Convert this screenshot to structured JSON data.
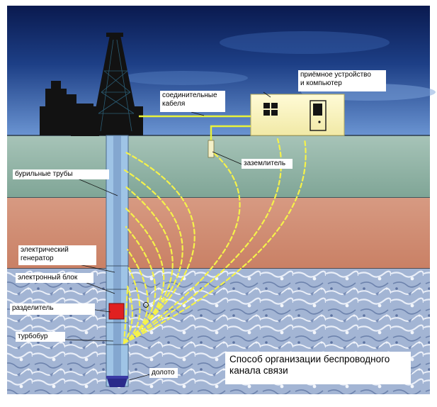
{
  "labels": {
    "receiver": "приёмное устройство\nи компьютер",
    "cables": "соединительные\nкабеля",
    "ground": "заземлитель",
    "drill_pipes": "бурильные трубы",
    "generator": "электрический\nгенератор",
    "electronic_block": "электронный блок",
    "separator": "разделитель",
    "turbodrill": "турбобур",
    "bit": "долото"
  },
  "caption": "Способ организации беспроводного\nканала связи",
  "colors": {
    "sky_top": "#0a1a4f",
    "sky_bottom": "#5a86c8",
    "layer_1": "#8fb3a6",
    "layer_2": "#d08c74",
    "rock": "#9aaed0",
    "pipe": "#9fc4e6",
    "field_lines": "#f5f24a",
    "cable": "#e8f23a",
    "separator": "#e02020",
    "cabin": "#fbf6c0"
  },
  "icons": [
    "drilling-rig-icon",
    "cabin-icon",
    "ground-electrode-icon",
    "drill-bit-icon"
  ]
}
